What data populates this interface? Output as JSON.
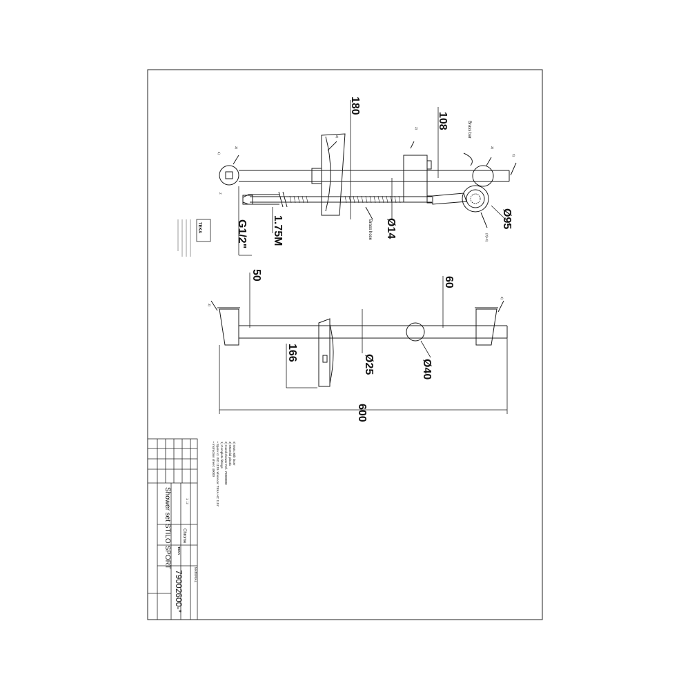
{
  "dimensions": {
    "d180": "180",
    "d108": "108",
    "d95": "Ø95",
    "d14": "Ø14",
    "d175": "1.75M",
    "g12": "G1/2\"",
    "d50": "50",
    "d60": "60",
    "d166": "166",
    "d25": "Ø25",
    "d40": "Ø40",
    "d600": "600"
  },
  "labels": {
    "brass_bar": "Brass bar",
    "brass_hose": "Brass hose",
    "logo": "TEKA",
    "callout_3": "3)",
    "callout_4": "4)",
    "callout_23": "(2)+3)",
    "z": "Z"
  },
  "notes": [
    "6) Nuts with laser",
    "3) Material plastic",
    "2) Hand shower Ref. 79000000",
    "1) Complete fittings",
    "• Spare to: ISO 1170 reference: TEKA HC 1157",
    "• Instruction sheet: 40000"
  ],
  "title_block": {
    "title": "Shower set STILO SPORT",
    "code": "79002600-*",
    "finish": "Chrome",
    "scale": "1 : 2",
    "material": "MATERIAL",
    "company": "TEKA"
  },
  "colors": {
    "line": "#1a1a1a",
    "paper": "#ffffff"
  }
}
